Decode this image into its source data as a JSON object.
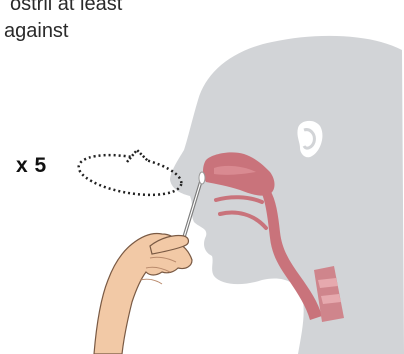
{
  "caption": {
    "line1": "ostril at least",
    "line2": "against"
  },
  "repeat_label": "x 5",
  "colors": {
    "head": "#d2d4d7",
    "ear": "#ffffff",
    "nasal_cavity": "#c9737b",
    "skin": "#f2c9a6",
    "dotted": "#222222"
  },
  "icons": [
    "head-silhouette",
    "nasal-cavity",
    "ear-icon",
    "hand-icon",
    "swab-icon",
    "rotation-arrow-icon"
  ]
}
